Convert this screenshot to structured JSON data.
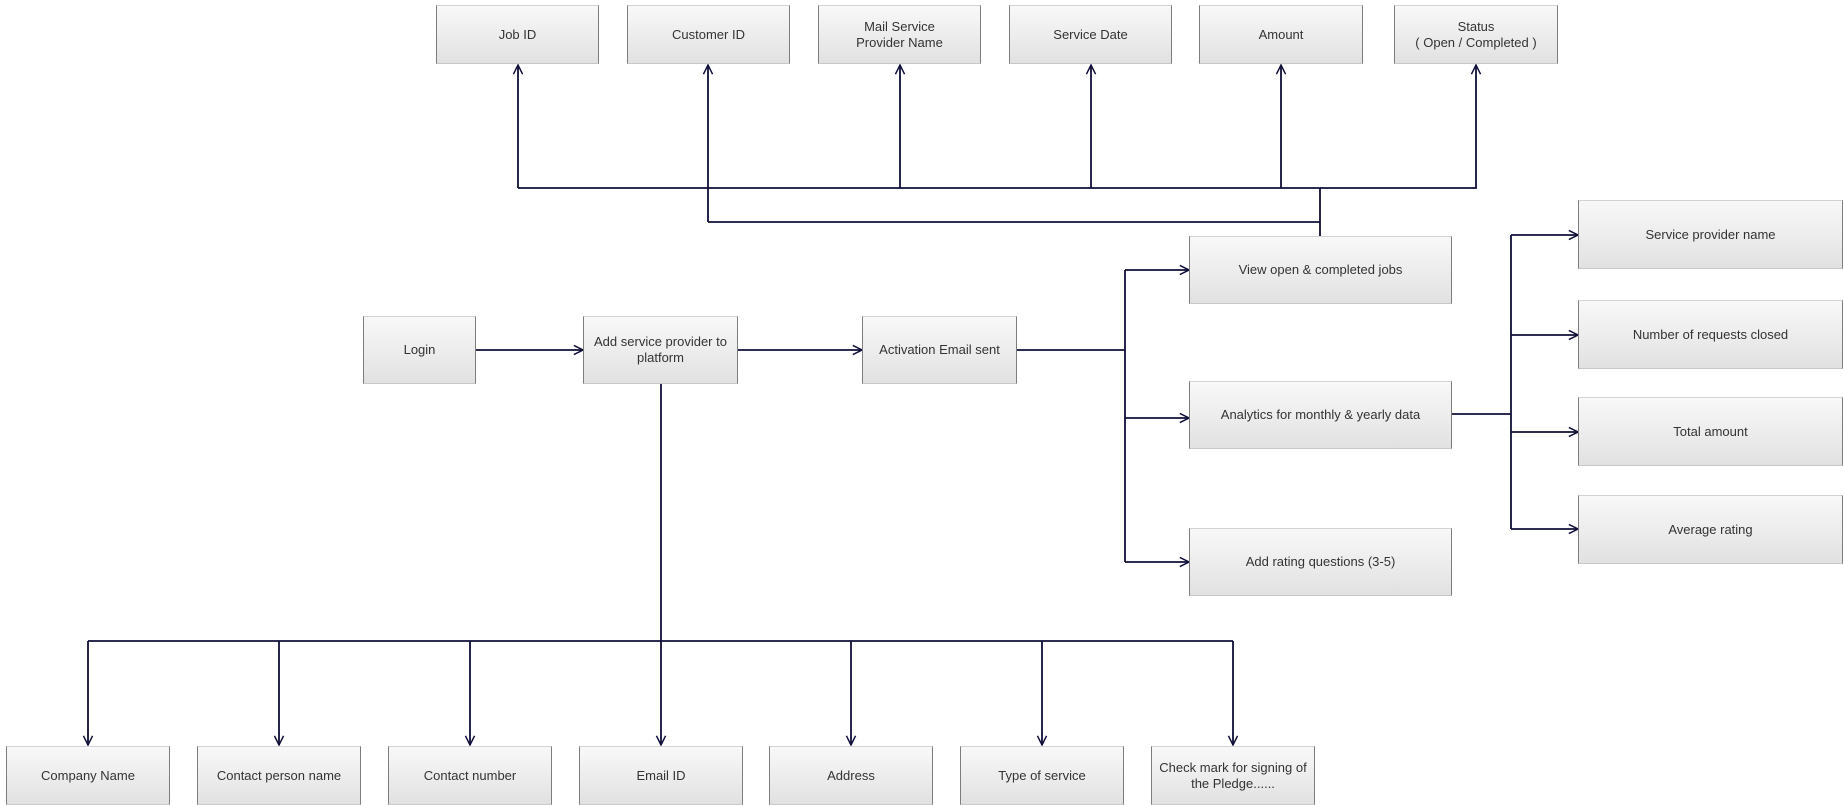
{
  "diagram": {
    "attributes": {
      "job_id": "Job ID",
      "customer_id": "Customer ID",
      "mail_service_provider_name": "Mail Service\nProvider Name",
      "service_date": "Service Date",
      "amount": "Amount",
      "status": "Status\n( Open / Completed )"
    },
    "flow": {
      "login": "Login",
      "add_service_provider": "Add service provider to\nplatform",
      "activation_email": "Activation Email sent"
    },
    "options": {
      "view_jobs": "View open & completed jobs",
      "analytics": "Analytics for monthly & yearly data",
      "rating_questions": "Add rating questions (3-5)"
    },
    "analytics_items": {
      "service_provider_name": "Service provider name",
      "requests_closed": "Number of requests closed",
      "total_amount": "Total amount",
      "average_rating": "Average rating"
    },
    "fields": {
      "company_name": "Company Name",
      "contact_person": "Contact person name",
      "contact_number": "Contact number",
      "email_id": "Email ID",
      "address": "Address",
      "type_of_service": "Type of service",
      "pledge": "Check mark for signing of\nthe Pledge......"
    },
    "colors": {
      "connector": "#0f0f3a",
      "node_text": "#333333"
    }
  }
}
